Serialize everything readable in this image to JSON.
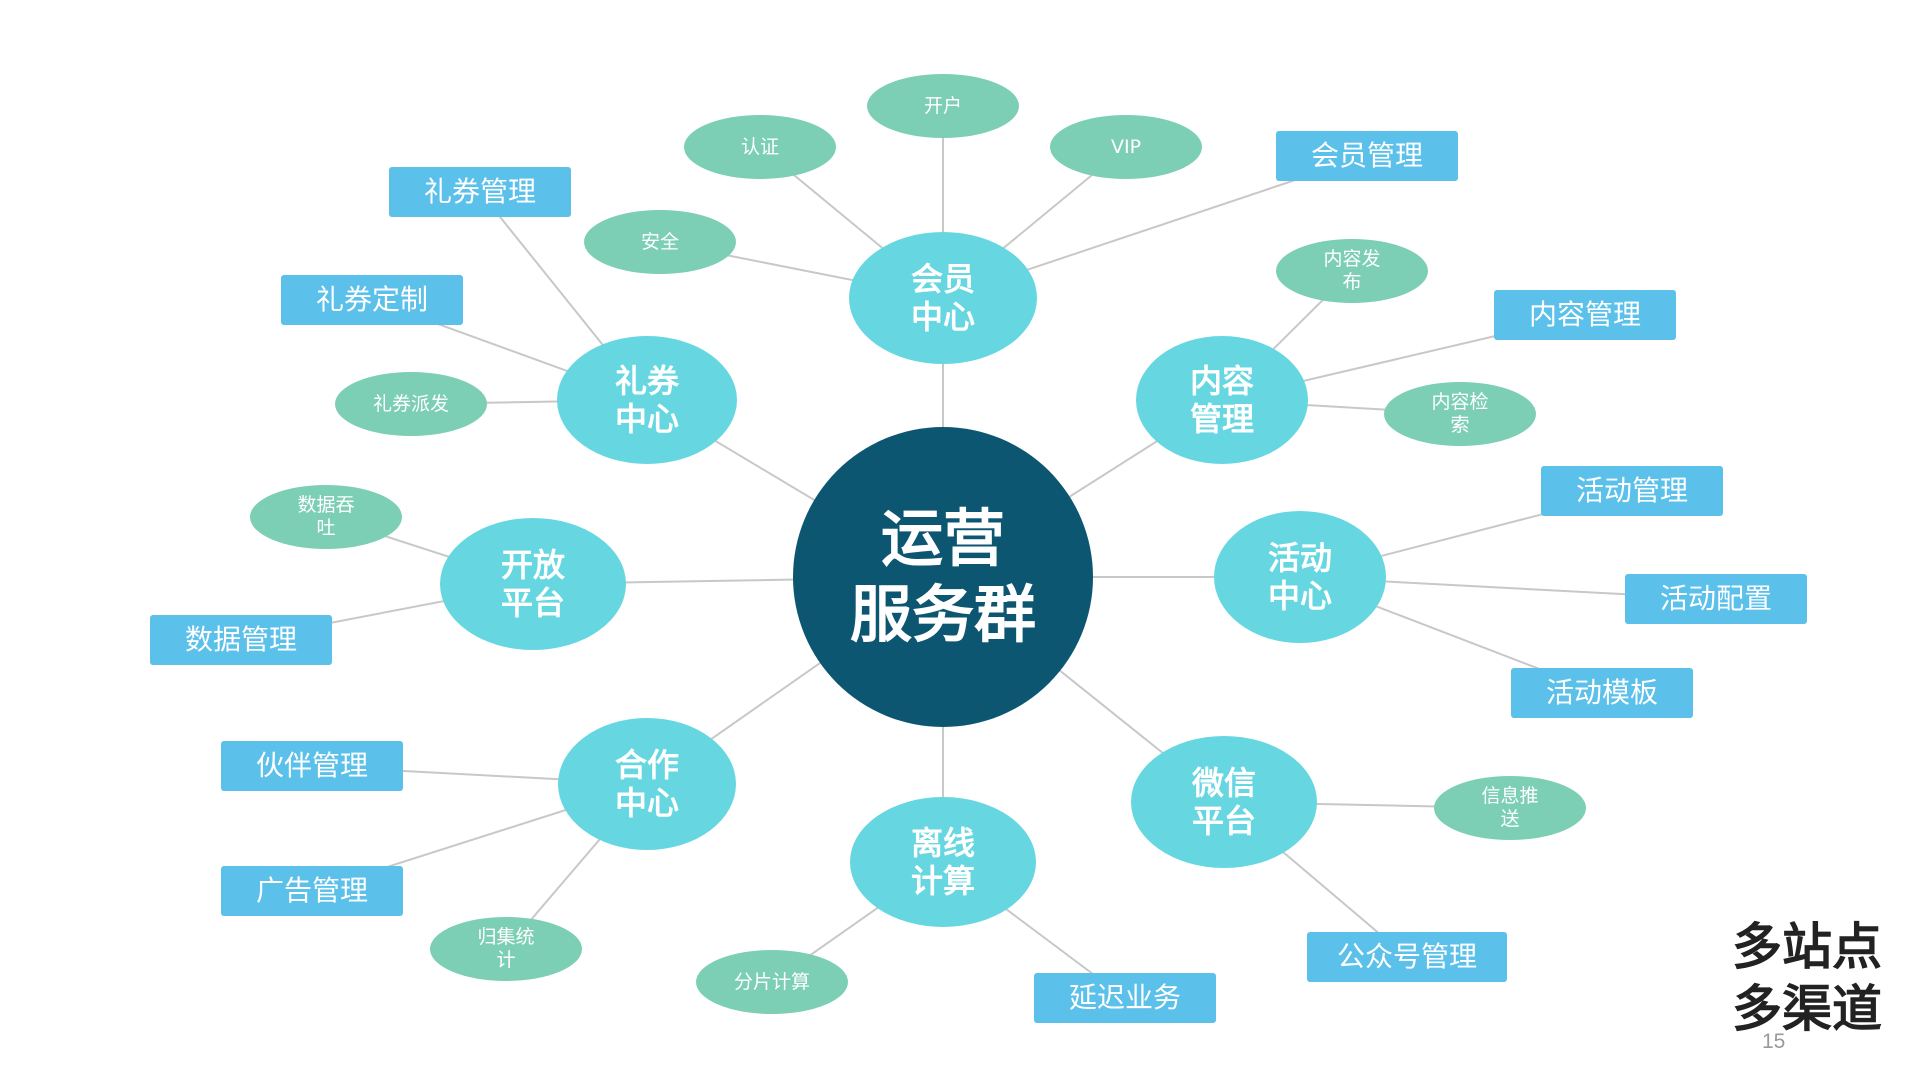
{
  "center": "运营\n服务群",
  "hubs": {
    "member": "会员\n中心",
    "content": "内容\n管理",
    "activity": "活动\n中心",
    "wechat": "微信\n平台",
    "offline": "离线\n计算",
    "partner": "合作\n中心",
    "open": "开放\n平台",
    "coupon": "礼券\n中心"
  },
  "leaves": {
    "open_account": "开户",
    "auth": "认证",
    "vip": "VIP",
    "security": "安全",
    "content_publish": "内容发\n布",
    "content_search": "内容检\n索",
    "coupon_dispatch": "礼券派发",
    "data_throughput": "数据吞\n吐",
    "info_push": "信息推\n送",
    "collect_stats": "归集统\n计",
    "shard_compute": "分片计算"
  },
  "boxes": {
    "member_mgmt": "会员管理",
    "coupon_mgmt": "礼券管理",
    "coupon_custom": "礼券定制",
    "content_mgmt": "内容管理",
    "activity_mgmt": "活动管理",
    "activity_config": "活动配置",
    "activity_template": "活动模板",
    "data_mgmt": "数据管理",
    "partner_mgmt": "伙伴管理",
    "ad_mgmt": "广告管理",
    "official_account_mgmt": "公众号管理",
    "delayed_business": "延迟业务"
  },
  "corner_title": "多站点\n多渠道",
  "page_number": "15",
  "colors": {
    "center": "#0d5671",
    "hub": "#66d7e1",
    "leaf": "#7ccfb4",
    "box": "#5bc0ea",
    "connector": "#c8c8c8"
  }
}
